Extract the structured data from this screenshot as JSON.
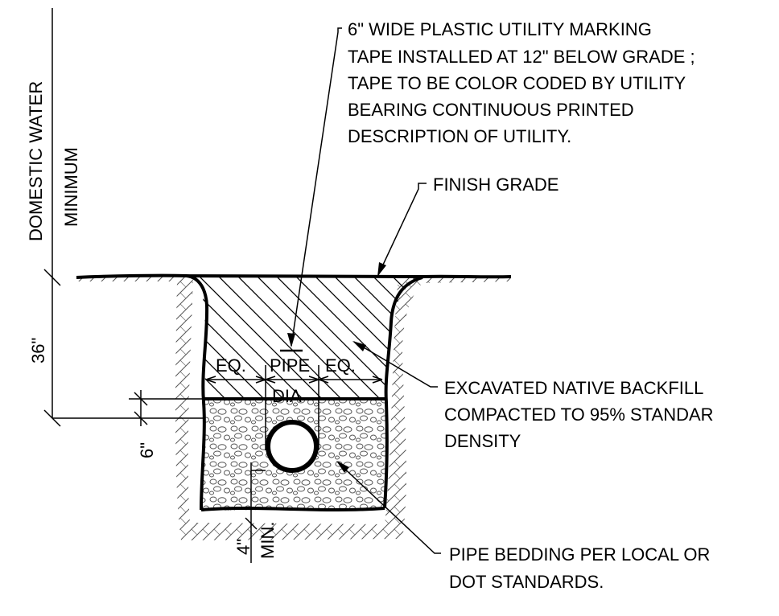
{
  "vertical_labels": {
    "domestic_water": "DOMESTIC WATER",
    "minimum": "MINIMUM",
    "depth_36": "36\"",
    "depth_6": "6\"",
    "depth_4": "4\"",
    "min": "MIN."
  },
  "dimension_labels": {
    "eq_left": "EQ.",
    "pipe": "PIPE",
    "eq_right": "EQ.",
    "dia": "DIA"
  },
  "notes": {
    "tape": [
      "6\" WIDE PLASTIC UTILITY MARKING",
      "TAPE INSTALLED AT 12\" BELOW GRADE ;",
      "TAPE TO BE COLOR CODED BY UTILITY",
      "BEARING CONTINUOUS PRINTED",
      "DESCRIPTION OF UTILITY."
    ],
    "finish_grade": "FINISH GRADE",
    "backfill": [
      "EXCAVATED NATIVE BACKFILL",
      "COMPACTED TO 95% STANDAR",
      "DENSITY"
    ],
    "bedding": [
      "PIPE BEDDING PER LOCAL OR",
      "DOT STANDARDS."
    ]
  },
  "colors": {
    "line": "#000000",
    "background": "#ffffff",
    "soil_hatch": "#555555"
  }
}
